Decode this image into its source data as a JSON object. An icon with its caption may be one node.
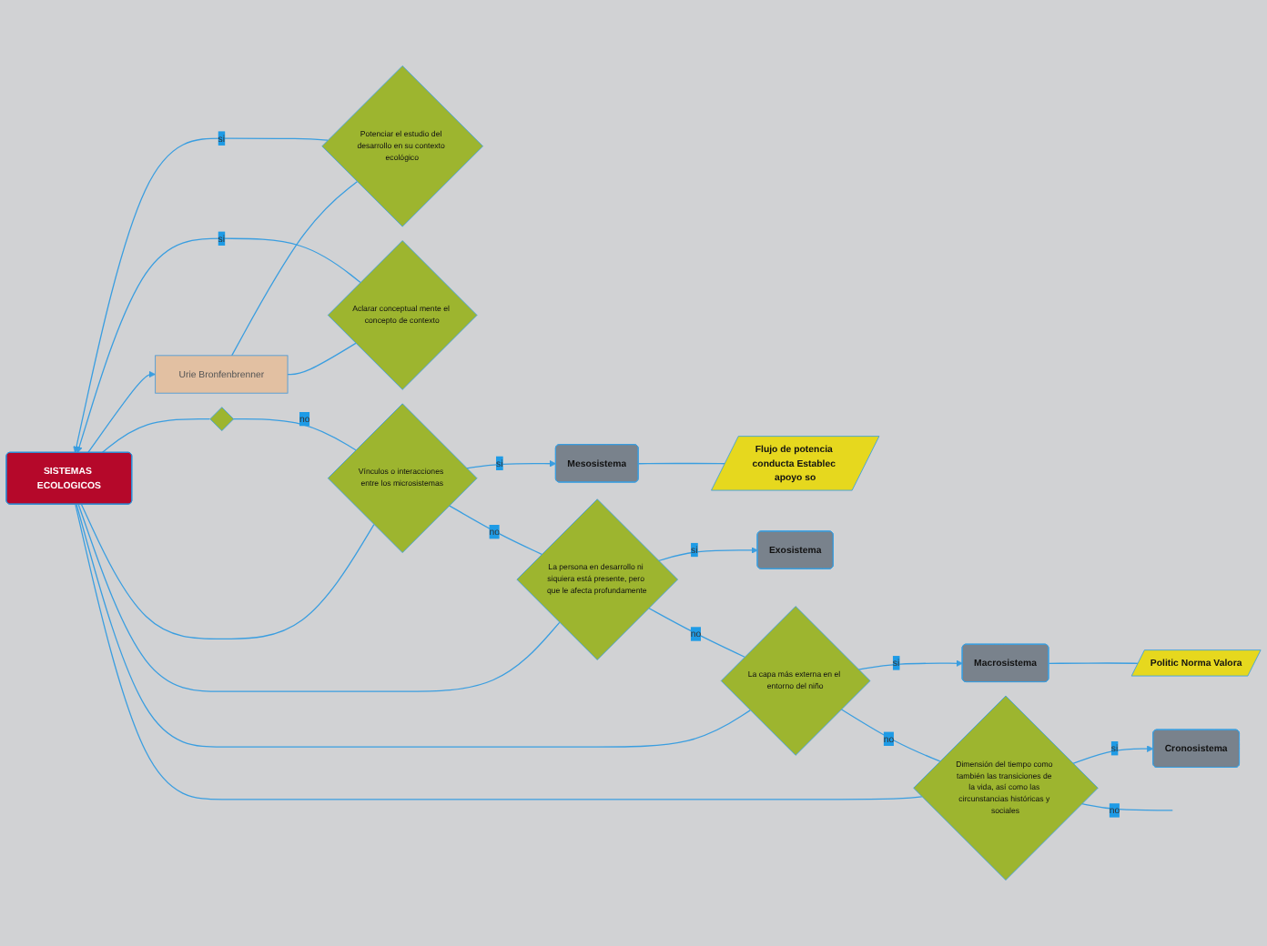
{
  "diagram": {
    "nodes": [
      {
        "text": [
          "SISTEMAS ECOLOGICOS"
        ]
      },
      {
        "text": [
          "Urie Bronfenbrenner"
        ]
      },
      {
        "text": [
          "Potenciar el estudio del desarrollo en su contexto ecológico"
        ]
      },
      {
        "text": [
          "Aclarar conceptual mente el concepto de contexto"
        ]
      },
      {
        "text": [],
        "shape": "diamond"
      },
      {
        "text": [
          "Vínculos o interacciones entre los microsistemas"
        ]
      },
      {
        "text": [
          "Mesosistema"
        ]
      },
      {
        "text": [
          "Flujo de potencia conducta Establec apoyo so"
        ]
      },
      {
        "text": [
          "La persona en desarrollo ni siquiera está presente, pero que le afecta profundamente"
        ]
      },
      {
        "text": [
          "Exosistema"
        ]
      },
      {
        "text": [
          "La capa más externa en el entorno del niño"
        ]
      },
      {
        "text": [
          "Macrosistema"
        ]
      },
      {
        "text": [
          "Politic Norma Valora"
        ]
      },
      {
        "text": [
          "Dimensión del tiempo como también las transiciones de la vida, así como las circunstancias históricas y sociales"
        ]
      },
      {
        "text": [
          "Cronosistema"
        ]
      }
    ],
    "edges": [
      {
        "from": 0,
        "to": 1,
        "arrow": "to"
      },
      {
        "from": 1,
        "to": 2,
        "arrow": "none"
      },
      {
        "from": 1,
        "to": 3,
        "arrow": "none"
      },
      {
        "from": 2,
        "to": 0,
        "label": "si",
        "arrow": "to"
      },
      {
        "from": 3,
        "to": 0,
        "label": "si",
        "arrow": "to"
      },
      {
        "from": 0,
        "to": 4,
        "arrow": "none"
      },
      {
        "from": 0,
        "to": 5,
        "arrow": "none"
      },
      {
        "from": 0,
        "to": 8,
        "arrow": "none"
      },
      {
        "from": 0,
        "to": 10,
        "arrow": "none"
      },
      {
        "from": 0,
        "to": 13,
        "arrow": "none"
      },
      {
        "from": 4,
        "to": 5,
        "label": "no",
        "arrow": "none"
      },
      {
        "from": 5,
        "to": 6,
        "label": "si",
        "arrow": "to"
      },
      {
        "from": 6,
        "to": 7,
        "arrow": "none"
      },
      {
        "from": 5,
        "to": 8,
        "label": "no",
        "arrow": "none"
      },
      {
        "from": 8,
        "to": 9,
        "label": "si",
        "arrow": "to"
      },
      {
        "from": 8,
        "to": 10,
        "label": "no",
        "arrow": "none"
      },
      {
        "from": 10,
        "to": 11,
        "label": "si",
        "arrow": "to"
      },
      {
        "from": 11,
        "to": 12,
        "arrow": "none"
      },
      {
        "from": 10,
        "to": 13,
        "label": "no",
        "arrow": "none"
      },
      {
        "from": 13,
        "to": 14,
        "label": "si",
        "arrow": "to"
      },
      {
        "from": 13,
        "to": null,
        "label": "no",
        "arrow": "none"
      }
    ]
  }
}
